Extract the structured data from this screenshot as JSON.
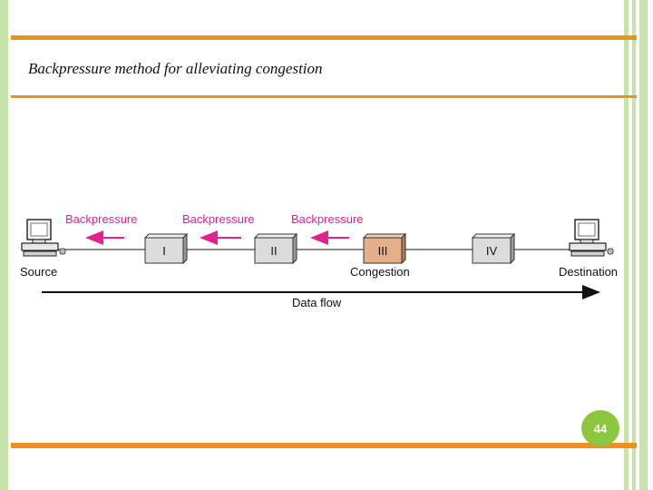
{
  "title": "Backpressure method for alleviating congestion",
  "slide_number": "44",
  "colors": {
    "accent_bar": "#e8941a",
    "side_stripe": "#c6e3a8",
    "backpressure": "#e2238f",
    "congested_node": "#e3b08b",
    "node": "#dcdcdc",
    "slide_number_badge": "#8cc63f"
  },
  "diagram": {
    "source_label": "Source",
    "destination_label": "Destination",
    "nodes": [
      {
        "label": "I",
        "congested": false
      },
      {
        "label": "II",
        "congested": false
      },
      {
        "label": "III",
        "congested": true
      },
      {
        "label": "IV",
        "congested": false
      }
    ],
    "congestion_label": "Congestion",
    "backpressure_labels": [
      "Backpressure",
      "Backpressure",
      "Backpressure"
    ],
    "data_flow_label": "Data flow",
    "icons": {
      "source": "desktop-computer-icon",
      "destination": "desktop-computer-icon"
    }
  }
}
